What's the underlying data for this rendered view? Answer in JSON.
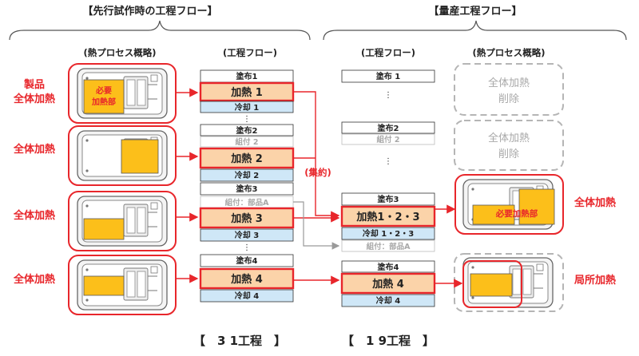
{
  "headers": {
    "left": "【先行試作時の工程フロー】",
    "right": "【量産工程フロー】"
  },
  "subheaders": {
    "heat_left": "(熱プロセス概略)",
    "flow_left": "(工程フロー)",
    "flow_right": "(工程フロー)",
    "heat_right": "(熱プロセス概略)"
  },
  "left_labels": {
    "row1_line1": "製品",
    "row1_line2": "全体加熱",
    "row2": "全体加熱",
    "row3": "全体加熱",
    "row4": "全体加熱"
  },
  "right_labels": {
    "row3": "全体加熱",
    "row4": "局所加熱"
  },
  "callouts": {
    "necessary_heat_line1": "必要",
    "necessary_heat_line2": "加熱部",
    "necessary_heat_right": "必要加熱部",
    "consolidation": "(集約)"
  },
  "deleted": {
    "line1": "全体加熱",
    "line2": "削除"
  },
  "left_flow": {
    "coat1": "塗布1",
    "heat1": "加熱 1",
    "cool1": "冷却 1",
    "coat2": "塗布2",
    "assemble2": "組付 2",
    "heat2": "加熱 2",
    "cool2": "冷却 2",
    "coat3": "塗布3",
    "assemble3": "組付：部品A",
    "heat3": "加熱 3",
    "cool3": "冷却 3",
    "coat4": "塗布4",
    "heat4": "加熱 4",
    "cool4": "冷却 4"
  },
  "right_flow": {
    "coat1": "塗布 1",
    "coat2": "塗布2",
    "assemble2": "組付 2",
    "coat3": "塗布3",
    "heat123": "加熱1・2・3",
    "cool123": "冷却 1・2・3",
    "assembleA": "組付：部品A",
    "coat4": "塗布4",
    "heat4": "加熱 4",
    "cool4": "冷却 4"
  },
  "totals": {
    "left": "【　3 1工程　】",
    "right": "【　1 9工程　】"
  },
  "colors": {
    "red": "#e8262b",
    "heat_fill": "#fbd3a9",
    "cool_fill": "#cfe7f7",
    "part_fill": "#fcbf1a",
    "gray": "#b5b5b5",
    "muted_text": "#a8a8a8"
  }
}
